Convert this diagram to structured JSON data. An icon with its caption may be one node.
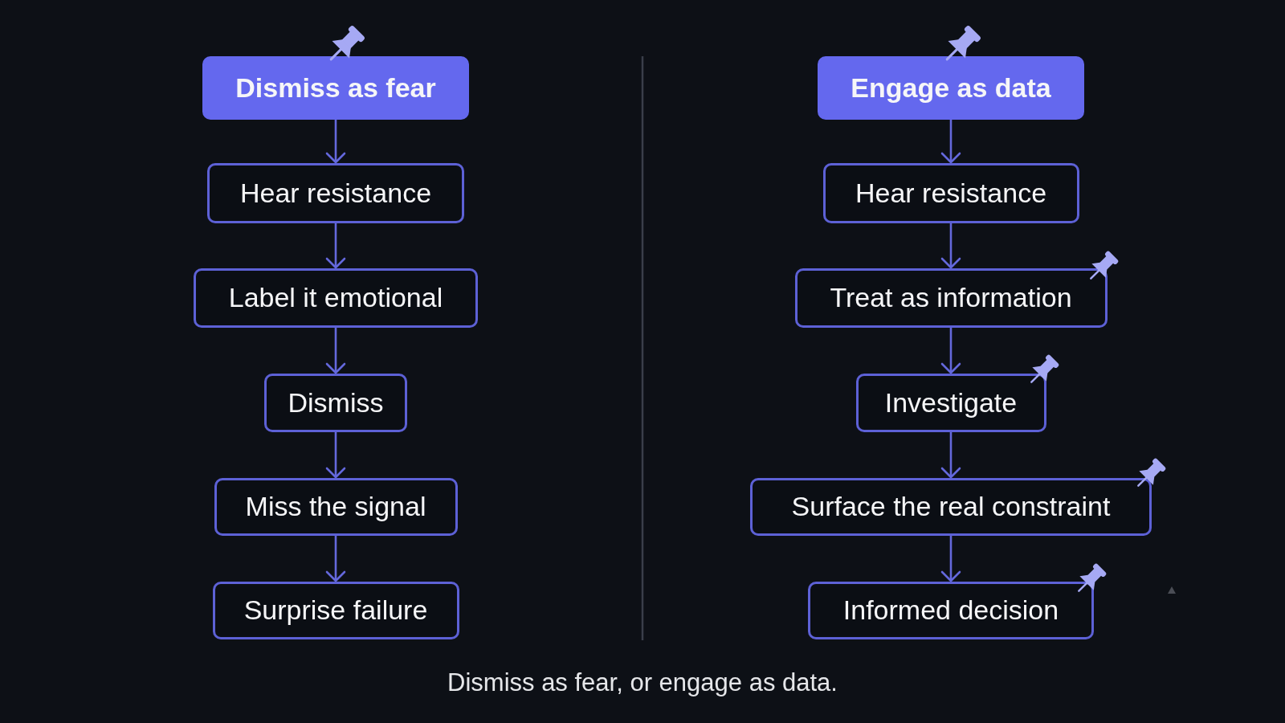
{
  "diagram": {
    "caption": "Dismiss as fear, or engage as data.",
    "nodes": [
      {
        "text": [
          "Dismiss as fear"
        ]
      },
      {
        "text": [
          "Hear resistance"
        ]
      },
      {
        "text": [
          "Label it emotional"
        ]
      },
      {
        "text": [
          "Dismiss"
        ]
      },
      {
        "text": [
          "Miss the signal"
        ]
      },
      {
        "text": [
          "Surprise failure"
        ]
      },
      {
        "text": [
          "Engage as data"
        ]
      },
      {
        "text": [
          "Hear resistance"
        ]
      },
      {
        "text": [
          "Treat as information"
        ]
      },
      {
        "text": [
          "Investigate"
        ]
      },
      {
        "text": [
          "Surface the real constraint"
        ]
      },
      {
        "text": [
          "Informed decision"
        ]
      }
    ],
    "edges": [
      {
        "from": 0,
        "to": 1,
        "arrow": "to"
      },
      {
        "from": 1,
        "to": 2,
        "arrow": "to"
      },
      {
        "from": 2,
        "to": 3,
        "arrow": "to"
      },
      {
        "from": 3,
        "to": 4,
        "arrow": "to"
      },
      {
        "from": 4,
        "to": 5,
        "arrow": "to"
      },
      {
        "from": 6,
        "to": 7,
        "arrow": "to"
      },
      {
        "from": 7,
        "to": 8,
        "arrow": "to"
      },
      {
        "from": 8,
        "to": 9,
        "arrow": "to"
      },
      {
        "from": 9,
        "to": 10,
        "arrow": "to"
      },
      {
        "from": 10,
        "to": 11,
        "arrow": "to"
      }
    ]
  }
}
